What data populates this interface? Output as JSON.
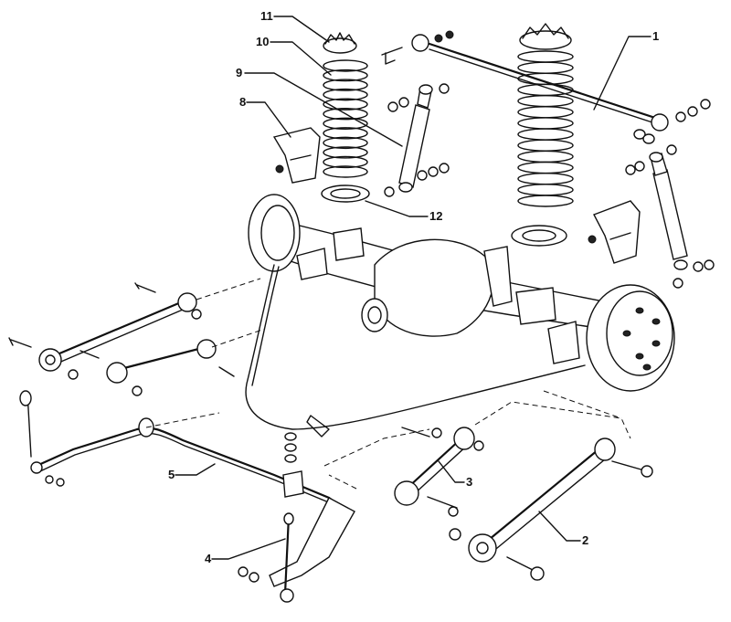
{
  "diagram": {
    "callouts": [
      "1",
      "2",
      "3",
      "4",
      "5",
      "8",
      "9",
      "10",
      "11",
      "12"
    ]
  }
}
